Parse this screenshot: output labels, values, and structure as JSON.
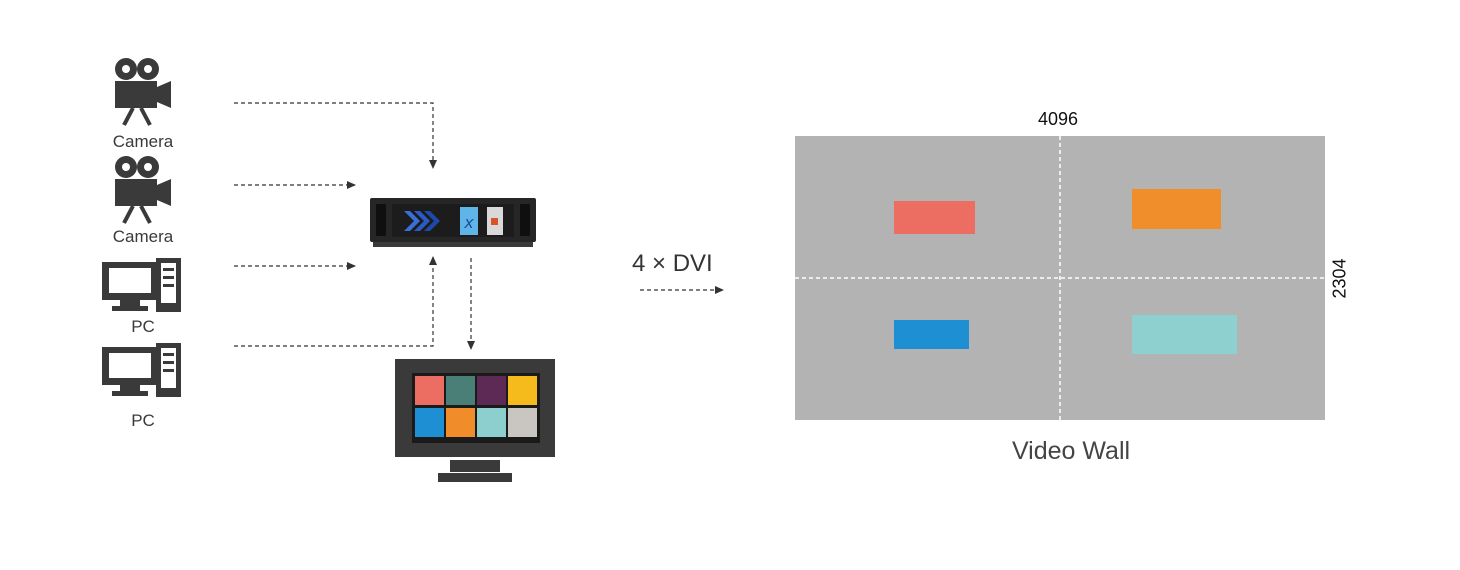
{
  "sources": [
    {
      "label": "Camera",
      "icon": "camera-icon"
    },
    {
      "label": "Camera",
      "icon": "camera-icon"
    },
    {
      "label": "PC",
      "icon": "pc-icon"
    },
    {
      "label": "PC",
      "icon": "pc-icon"
    }
  ],
  "processor": {
    "icon": "video-processor-icon"
  },
  "monitor": {
    "icon": "monitor-icon",
    "tiles": [
      "#ec6d62",
      "#4a7f77",
      "#5c2a55",
      "#f5bb1c",
      "#1f8fd3",
      "#f08c2a",
      "#8dcfcf",
      "#c9c6c1"
    ]
  },
  "link": {
    "label": "4 × DVI"
  },
  "video_wall": {
    "label": "Video Wall",
    "width_label": "4096",
    "height_label": "2304",
    "background": "#b3b3b4",
    "windows": [
      {
        "color": "#ec6e62"
      },
      {
        "color": "#f08e2b"
      },
      {
        "color": "#1f8fd3"
      },
      {
        "color": "#8ecfcf"
      }
    ]
  },
  "colors": {
    "icon": "#3a3a3a",
    "connector": "#333333"
  }
}
